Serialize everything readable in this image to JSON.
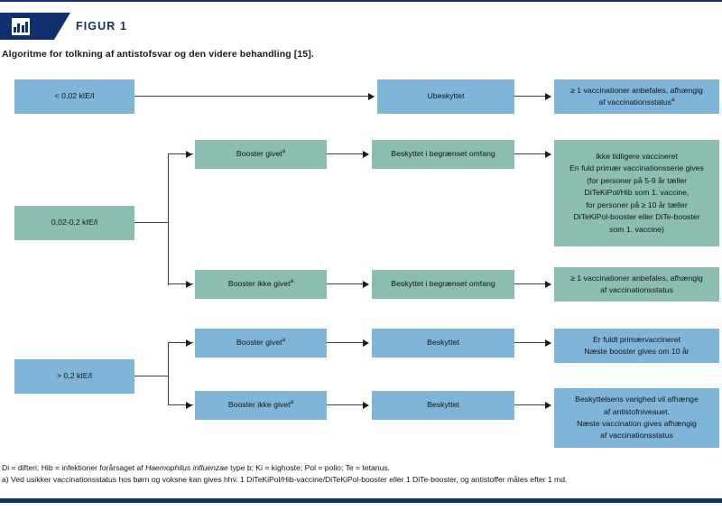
{
  "header": {
    "figure_label": "FIGUR 1",
    "icon": "bar-chart-icon",
    "caption": "Algoritme for tolkning af antistofsvar og den videre behandling [15]."
  },
  "colors": {
    "navy": "#13306e",
    "blue_box": "#7fb5d9",
    "green_box": "#8cbdb2",
    "connector": "#3d3d3d"
  },
  "flow": {
    "branches": [
      {
        "id": "low",
        "color": "blue",
        "start_label": "< 0,02 kIE/l",
        "rows": [
          {
            "booster": null,
            "status": "Ubeskyttet",
            "action": "≥ 1 vaccinationer anbefales, afhængig\naf vaccinationsstatus",
            "action_sup": "a"
          }
        ]
      },
      {
        "id": "mid",
        "color": "green",
        "start_label": "0,02-0,2 kIE/l",
        "rows": [
          {
            "booster": "Booster givet",
            "booster_sup": "a",
            "status": "Beskyttet i begrænset omfang",
            "action": "Ikke tidligere vaccineret\nEn fuld primær vaccinationsserie gives\n(for personer på 5-9 år tæller\nDiTeKiPol/Hib som 1. vaccine,\nfor personer  på ≥ 10 år tæller\nDiTeKiPol-booster eller DiTe-booster\nsom 1. vaccine)"
          },
          {
            "booster": "Booster ikke givet",
            "booster_sup": "a",
            "status": "Beskyttet i begrænset omfang",
            "action": "≥ 1 vaccinationer anbefales, afhængig\naf vaccinationsstatus"
          }
        ]
      },
      {
        "id": "high",
        "color": "blue",
        "start_label": "> 0,2 kIE/l",
        "rows": [
          {
            "booster": "Booster givet",
            "booster_sup": "a",
            "status": "Beskyttet",
            "action": "Er fuldt primærvaccineret\nNæste booster gives om 10 år"
          },
          {
            "booster": "Booster ikke givet",
            "booster_sup": "a",
            "status": "Beskyttet",
            "action": "Beskyttelsens varighed vil afhænge\naf antistofniveauet.\nNæste vaccination gives afhængig\naf vaccinationsstatus"
          }
        ]
      }
    ]
  },
  "notes": {
    "abbreviations_pre": "Di = difteri; Hib = infektioner forårsaget af ",
    "abbreviations_italic": "Haemophilus influenzae",
    "abbreviations_post": " type b; Ki = kighoste; Pol = polio; Te = tetanus.",
    "footnote_a": "a) Ved usikker vaccinationsstatus hos børn og voksne kan gives hhv. 1 DiTeKiPol/Hib-vaccine/DiTeKiPol-booster eller 1 DiTe-booster, og antistoffer måles efter 1 md."
  }
}
